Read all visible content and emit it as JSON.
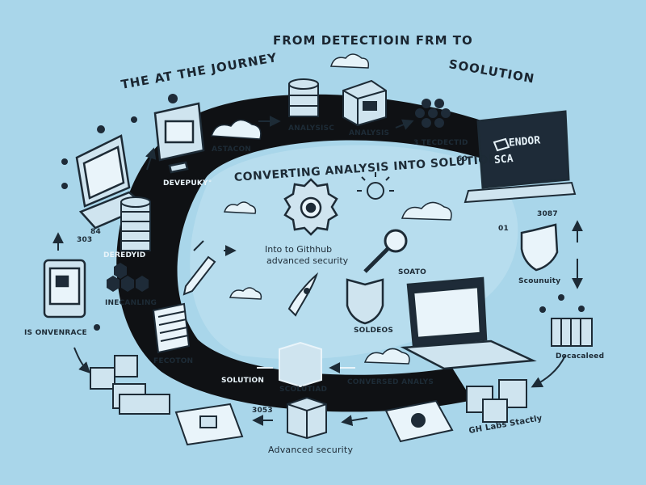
{
  "title_line1": "THE AT THE JOURNEY",
  "title_line2": "FROM DETECTIOIN FRM TO",
  "title_line3": "SOOLUTION",
  "subtitle": "CONVERTING ANALYSIS INTO SOLUTION:",
  "center_label_line1": "Into to Githhub",
  "center_label_line2": "advanced security",
  "screen_line1": "ENDOR",
  "screen_line2": "SCA",
  "labels": {
    "astacon": "ASTACON",
    "analysisc": "ANALYSISC",
    "analysis": "ANALYSIS",
    "tecdected": "3 TECDECTID",
    "num_60": "60",
    "devepuky": "DEVEPUKY°",
    "num_84": "84",
    "num_303": "303",
    "deredyid": "DEREDYID",
    "num_3087": "3087",
    "num_01": "01",
    "scounuity": "Scounuity",
    "incanling": "INECANLING",
    "soato": "SOATO",
    "soldeos": "SOLDEOS",
    "is_onvenrace": "IS ONVENRACE",
    "fecoton": "FECOTON",
    "solution": "SOLUTION",
    "scolutiad": "SCOLUTIAD",
    "conversed_analys": "CONVERSED ANALYS",
    "docacaleed": "Docacaleed",
    "num_3053": "3053",
    "advanced_security": "Advanced security",
    "gh_labs": "GH Labs Stactly"
  },
  "colors": {
    "background": "#a9d6ea",
    "path": "#0f1114",
    "outline": "#1d2b36",
    "device_fill": "#cfe4ef",
    "screen": "#1e2b38"
  }
}
